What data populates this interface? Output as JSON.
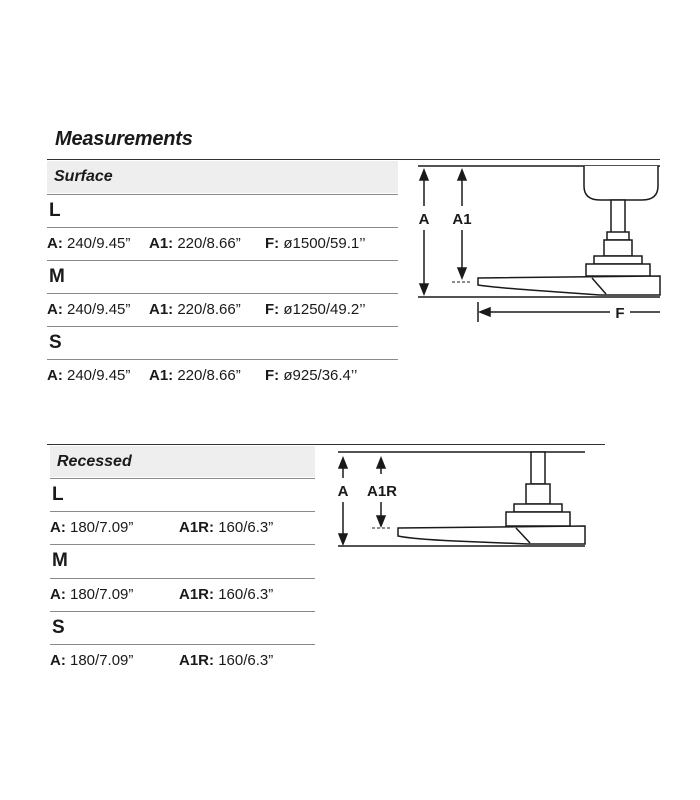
{
  "title": "Measurements",
  "surface": {
    "heading": "Surface",
    "rows": [
      {
        "size": "L",
        "a_label": "A:",
        "a_value": "240/9.45”",
        "a1_label": "A1:",
        "a1_value": "220/8.66”",
        "f_label": "F:",
        "f_value": "ø1500/59.1’’"
      },
      {
        "size": "M",
        "a_label": "A:",
        "a_value": "240/9.45”",
        "a1_label": "A1:",
        "a1_value": "220/8.66”",
        "f_label": "F:",
        "f_value": "ø1250/49.2’’"
      },
      {
        "size": "S",
        "a_label": "A:",
        "a_value": "240/9.45”",
        "a1_label": "A1:",
        "a1_value": "220/8.66”",
        "f_label": "F:",
        "f_value": "ø925/36.4’’"
      }
    ],
    "diagram": {
      "label_a": "A",
      "label_a1": "A1",
      "label_f": "F"
    }
  },
  "recessed": {
    "heading": "Recessed",
    "rows": [
      {
        "size": "L",
        "a_label": "A:",
        "a_value": "180/7.09”",
        "a1r_label": "A1R:",
        "a1r_value": "160/6.3”"
      },
      {
        "size": "M",
        "a_label": "A:",
        "a_value": "180/7.09”",
        "a1r_label": "A1R:",
        "a1r_value": "160/6.3”"
      },
      {
        "size": "S",
        "a_label": "A:",
        "a_value": "180/7.09”",
        "a1r_label": "A1R:",
        "a1r_value": "160/6.3”"
      }
    ],
    "diagram": {
      "label_a": "A",
      "label_a1r": "A1R"
    }
  }
}
